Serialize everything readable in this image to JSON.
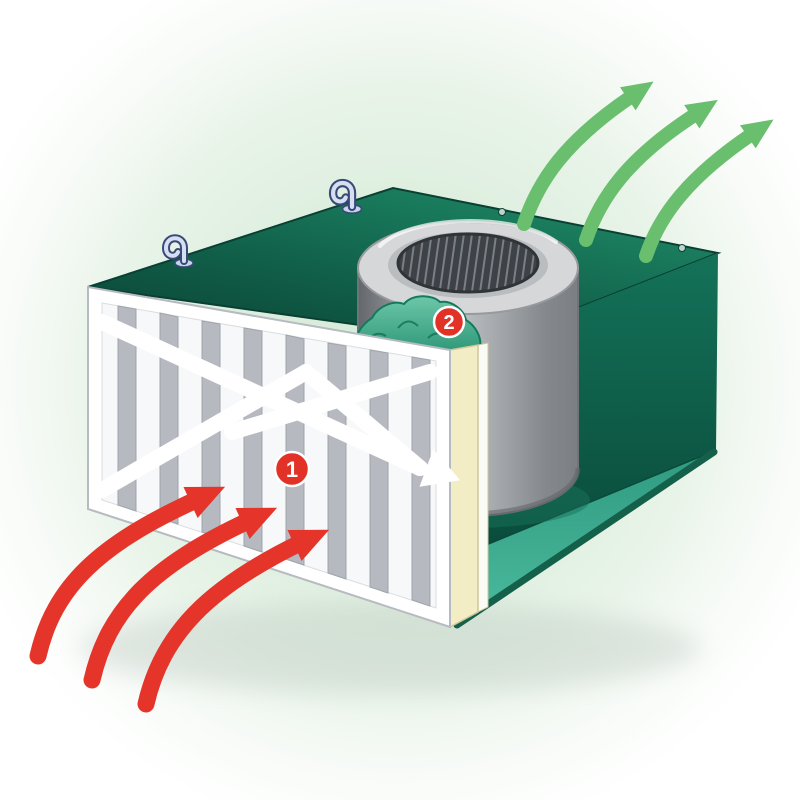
{
  "illustration": {
    "badges": [
      {
        "label": "1"
      },
      {
        "label": "2"
      }
    ],
    "colors": {
      "dirty_air": "#e5352b",
      "clean_air": "#6abf6e",
      "badge_fill": "#e23227",
      "badge_text": "#ffffff",
      "housing_top_dark": "#0a4033",
      "housing_top_light": "#1e8a67",
      "interior_wall": "#11654f",
      "floor": "#3dab8f",
      "filter_frame": "#ffffff",
      "pleat_bar": "#b6bac0",
      "media_edge": "#f3edc6",
      "drum_light": "#c6c9cc",
      "drum_dark": "#6f7377",
      "mesh": "#3e4246",
      "carbon": "#2f9f81",
      "hook": "#c9d4ea",
      "hook_outline": "#3a4a78"
    },
    "icons": {
      "dirty_air_arrows": "three red curved arrows entering the pre-filter",
      "clean_air_arrows": "three green curved arrows leaving the outlet",
      "hanger_hooks": "two hanging hooks on housing top",
      "exhaust_mesh": "circular mesh grille in drum top"
    }
  }
}
